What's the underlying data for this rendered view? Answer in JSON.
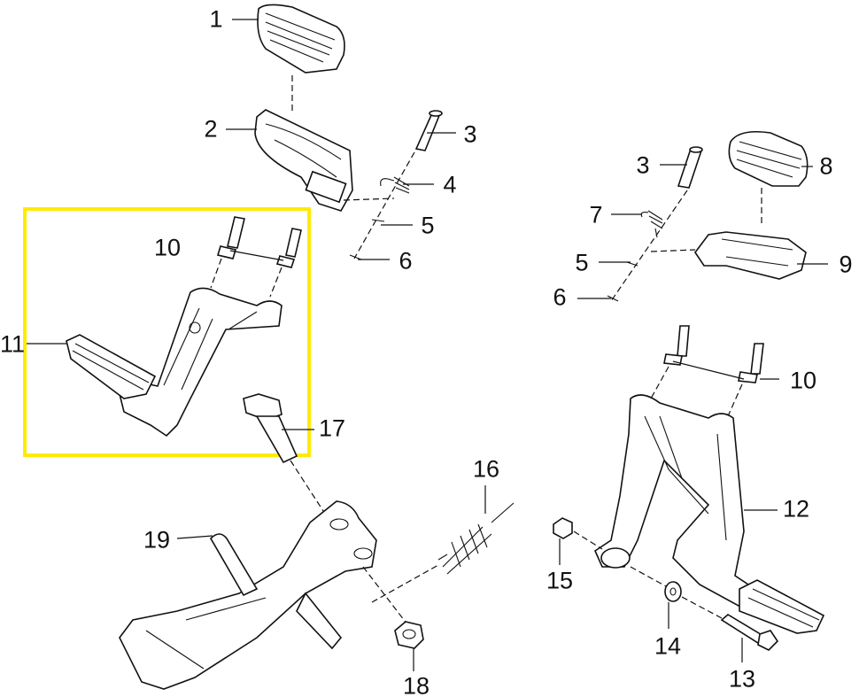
{
  "diagram": {
    "highlight_color": "#FFEB00",
    "callouts": [
      {
        "id": "c1",
        "text": "1"
      },
      {
        "id": "c2",
        "text": "2"
      },
      {
        "id": "c3a",
        "text": "3"
      },
      {
        "id": "c4",
        "text": "4"
      },
      {
        "id": "c5a",
        "text": "5"
      },
      {
        "id": "c6a",
        "text": "6"
      },
      {
        "id": "c10a",
        "text": "10"
      },
      {
        "id": "c11",
        "text": "11"
      },
      {
        "id": "c17",
        "text": "17"
      },
      {
        "id": "c16",
        "text": "16"
      },
      {
        "id": "c19",
        "text": "19"
      },
      {
        "id": "c18",
        "text": "18"
      },
      {
        "id": "c3b",
        "text": "3"
      },
      {
        "id": "c8",
        "text": "8"
      },
      {
        "id": "c7",
        "text": "7"
      },
      {
        "id": "c5b",
        "text": "5"
      },
      {
        "id": "c6b",
        "text": "6"
      },
      {
        "id": "c9",
        "text": "9"
      },
      {
        "id": "c10b",
        "text": "10"
      },
      {
        "id": "c12",
        "text": "12"
      },
      {
        "id": "c15",
        "text": "15"
      },
      {
        "id": "c14",
        "text": "14"
      },
      {
        "id": "c13",
        "text": "13"
      }
    ]
  }
}
